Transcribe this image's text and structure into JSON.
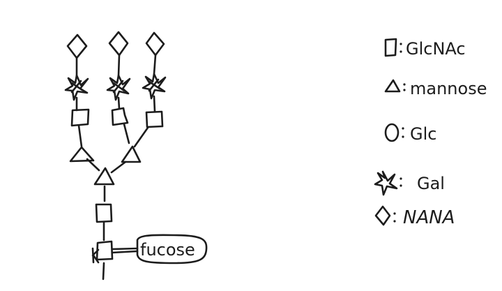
{
  "fucose_label": "fucose",
  "legend": [
    {
      "symbol": "square",
      "name": "GlcNAc"
    },
    {
      "symbol": "triangle",
      "name": "mannose"
    },
    {
      "symbol": "circle",
      "name": "Glc"
    },
    {
      "symbol": "star",
      "name": "Gal"
    },
    {
      "symbol": "diamond",
      "name": "NANA"
    }
  ],
  "legend_separator": ":",
  "colors": {
    "ink": "#1c1c1c",
    "background": "#ffffff"
  }
}
